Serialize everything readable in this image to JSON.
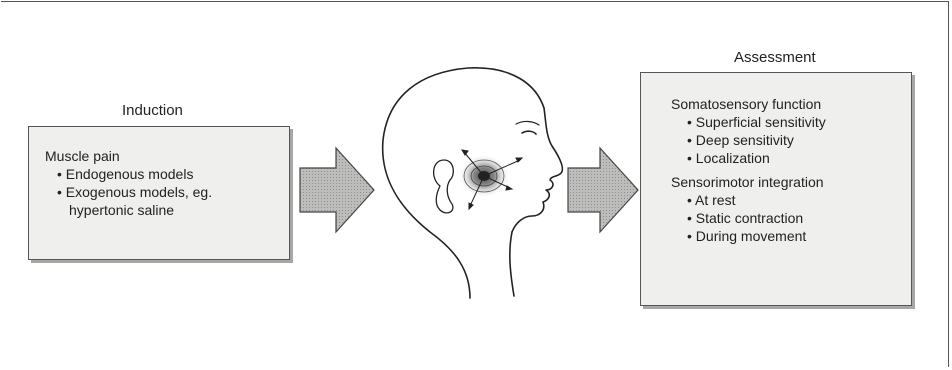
{
  "induction": {
    "heading": "Induction",
    "title": "Muscle pain",
    "items": [
      "• Endogenous models",
      "• Exogenous models, eg.",
      "hypertonic saline"
    ]
  },
  "assessment": {
    "heading": "Assessment",
    "section1_title": "Somatosensory function",
    "section1_items": [
      "• Superficial sensitivity",
      "• Deep sensitivity",
      "• Localization"
    ],
    "section2_title": "Sensorimotor integration",
    "section2_items": [
      "• At rest",
      "• Static contraction",
      "• During movement"
    ]
  },
  "colors": {
    "box_fill": "#efefed",
    "arrow_fill": "#b3b3b1",
    "line": "#333333"
  },
  "icons": [
    "head-profile-icon",
    "right-arrow-icon"
  ]
}
